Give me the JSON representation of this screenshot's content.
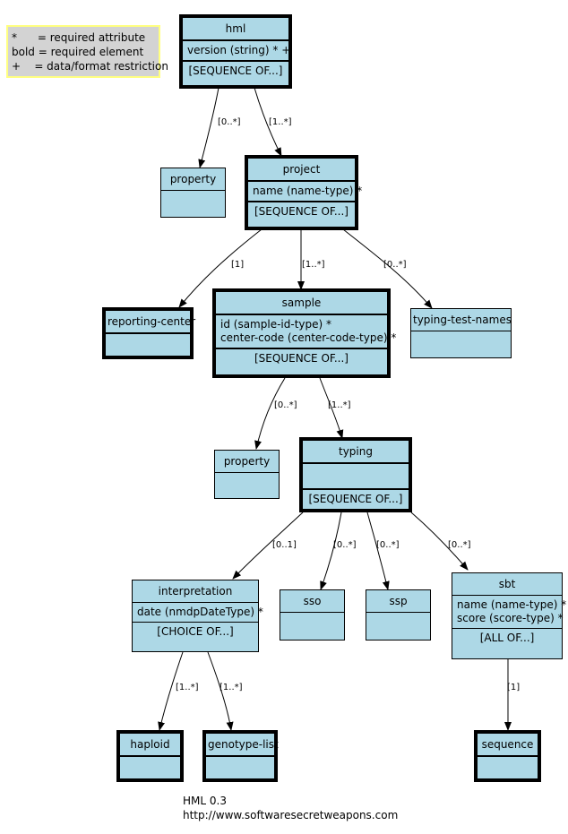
{
  "legend": {
    "lines": [
      "*      = required attribute",
      "bold = required element",
      "+    = data/format restriction"
    ]
  },
  "nodes": {
    "hml": {
      "name": "hml",
      "attrs": [
        "version (string) * +"
      ],
      "group": "[SEQUENCE OF...]"
    },
    "property1": {
      "name": "property"
    },
    "project": {
      "name": "project",
      "attrs": [
        "name (name-type) *"
      ],
      "group": "[SEQUENCE OF...]"
    },
    "reporting_center": {
      "name": "reporting-center"
    },
    "sample": {
      "name": "sample",
      "attrs": [
        "id (sample-id-type) *",
        "center-code (center-code-type) *"
      ],
      "group": "[SEQUENCE OF...]"
    },
    "typing_test_names": {
      "name": "typing-test-names"
    },
    "property2": {
      "name": "property"
    },
    "typing": {
      "name": "typing",
      "group": "[SEQUENCE OF...]"
    },
    "interpretation": {
      "name": "interpretation",
      "attrs": [
        "date (nmdpDateType) *"
      ],
      "group": "[CHOICE OF...]"
    },
    "sso": {
      "name": "sso"
    },
    "ssp": {
      "name": "ssp"
    },
    "sbt": {
      "name": "sbt",
      "attrs": [
        "name (name-type) *",
        "score (score-type) *"
      ],
      "group": "[ALL OF...]"
    },
    "haploid": {
      "name": "haploid"
    },
    "genotype_list": {
      "name": "genotype-list"
    },
    "sequence": {
      "name": "sequence"
    }
  },
  "edges": [
    {
      "id": "hml-property",
      "label": "[0..*]"
    },
    {
      "id": "hml-project",
      "label": "[1..*]"
    },
    {
      "id": "project-reporting-center",
      "label": "[1]"
    },
    {
      "id": "project-sample",
      "label": "[1..*]"
    },
    {
      "id": "project-typing-test-names",
      "label": "[0..*]"
    },
    {
      "id": "sample-property",
      "label": "[0..*]"
    },
    {
      "id": "sample-typing",
      "label": "[1..*]"
    },
    {
      "id": "typing-interpretation",
      "label": "[0..1]"
    },
    {
      "id": "typing-sso",
      "label": "[0..*]"
    },
    {
      "id": "typing-ssp",
      "label": "[0..*]"
    },
    {
      "id": "typing-sbt",
      "label": "[0..*]"
    },
    {
      "id": "interpretation-haploid",
      "label": "[1..*]"
    },
    {
      "id": "interpretation-genotype-list",
      "label": "[1..*]"
    },
    {
      "id": "sbt-sequence",
      "label": "[1]"
    }
  ],
  "footer": {
    "title": "HML 0.3",
    "url": "http://www.softwaresecretweapons.com"
  }
}
